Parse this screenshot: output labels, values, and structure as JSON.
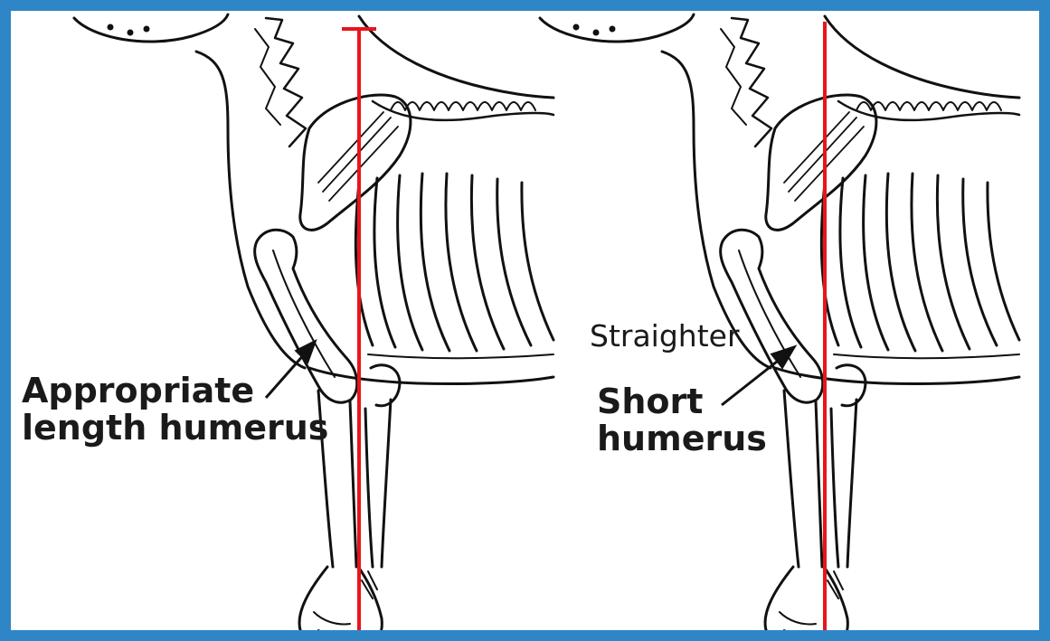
{
  "panels": [
    {
      "label_line1": "Appropriate",
      "label_line2": "length humerus"
    },
    {
      "label_line1": "Short",
      "label_line2": "humerus",
      "annotation": "Straighter"
    }
  ],
  "colors": {
    "frame": "#2f86c6",
    "plumb_line": "#e8141b",
    "ink": "#111111"
  }
}
